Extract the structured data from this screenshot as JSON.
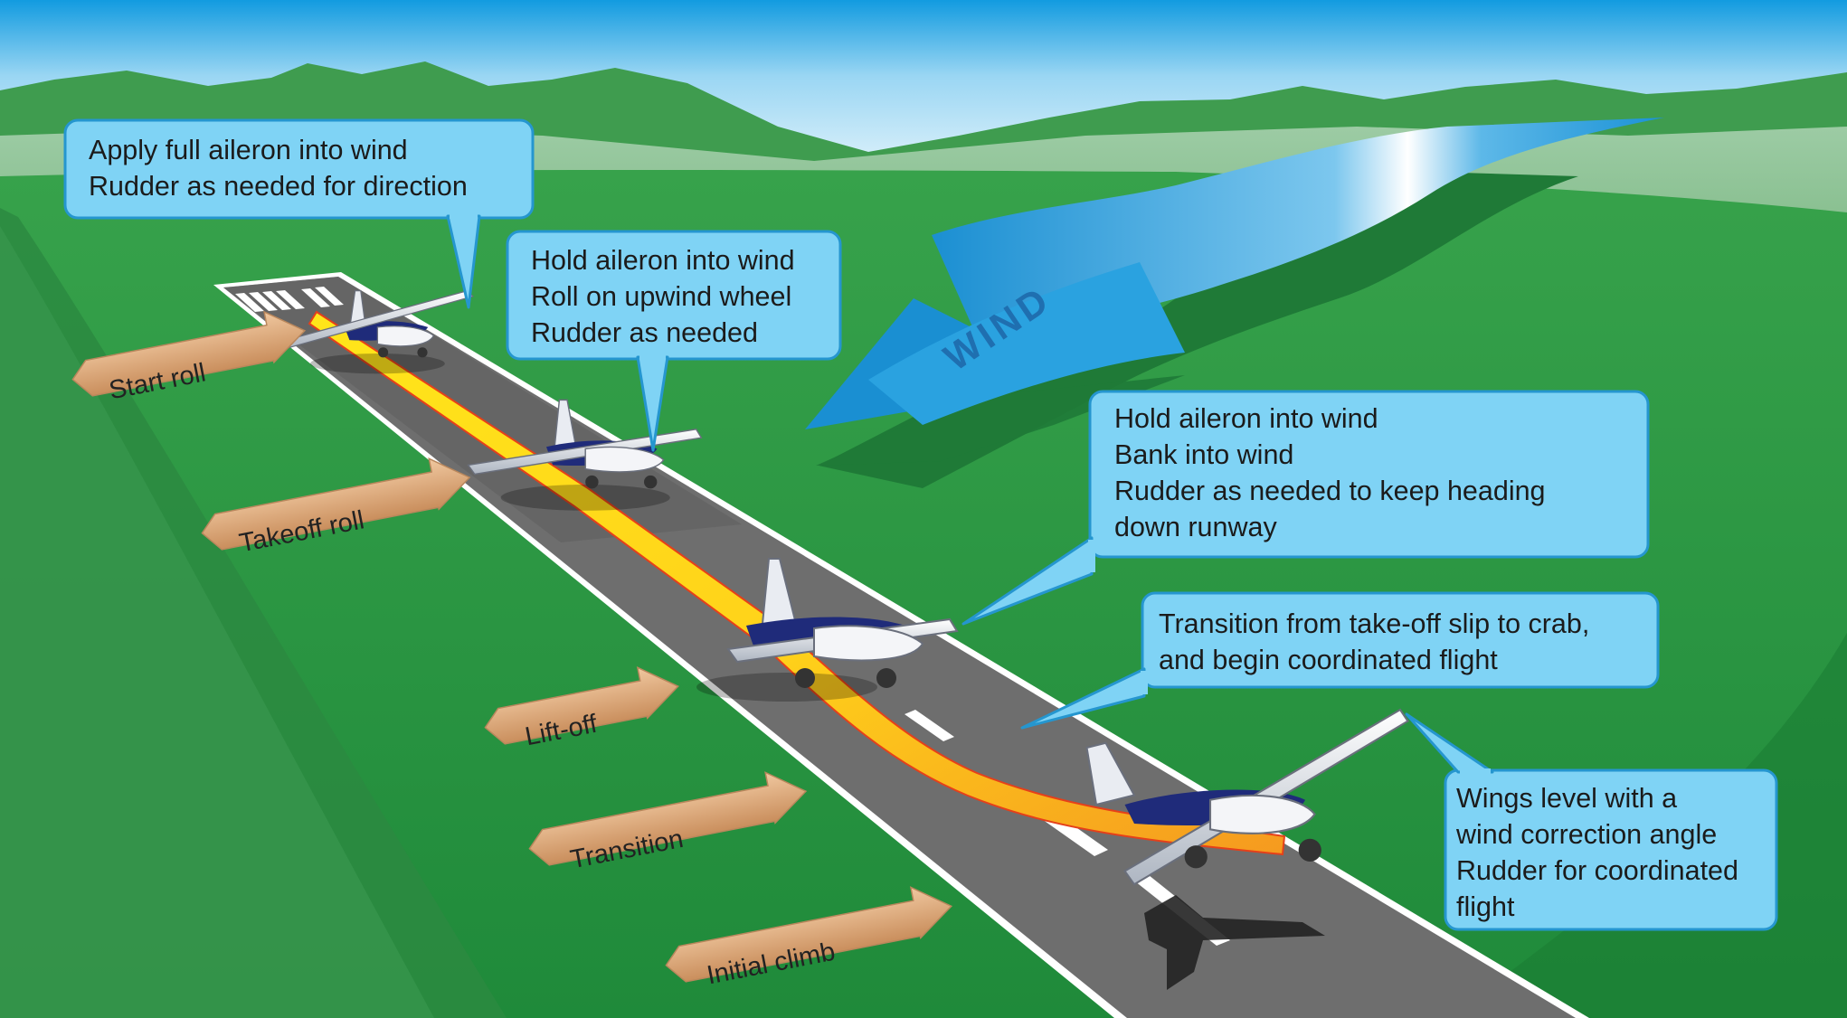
{
  "wind_label": "WIND",
  "colors": {
    "sky_top": "#1a9fe0",
    "grass": "#2a8f3e",
    "runway": "#6b6b6b",
    "callout_fill": "#7fd3f5",
    "callout_stroke": "#2596cf",
    "label_fill": "#d9a77a",
    "path_yellow": "#ffe31a",
    "path_orange": "#f7a11e",
    "wind_arrow": "#1e9ad8"
  },
  "callouts": [
    {
      "id": "start-roll",
      "lines": [
        "Apply full aileron into wind",
        "Rudder as needed for direction"
      ]
    },
    {
      "id": "takeoff-roll",
      "lines": [
        "Hold aileron into wind",
        "Roll on upwind wheel",
        "Rudder as needed"
      ]
    },
    {
      "id": "lift-off",
      "lines": [
        "Hold aileron into wind",
        "Bank into wind",
        "Rudder as needed to keep heading",
        "down runway"
      ]
    },
    {
      "id": "transition",
      "lines": [
        "Transition from take-off slip to crab,",
        "and begin coordinated flight"
      ]
    },
    {
      "id": "initial-climb",
      "lines": [
        "Wings level with a",
        "wind correction angle",
        "Rudder for coordinated",
        "flight"
      ]
    }
  ],
  "stages": [
    {
      "id": "start-roll",
      "label": "Start roll"
    },
    {
      "id": "takeoff-roll",
      "label": "Takeoff roll"
    },
    {
      "id": "lift-off",
      "label": "Lift-off"
    },
    {
      "id": "transition",
      "label": "Transition"
    },
    {
      "id": "initial-climb",
      "label": "Initial climb"
    }
  ]
}
